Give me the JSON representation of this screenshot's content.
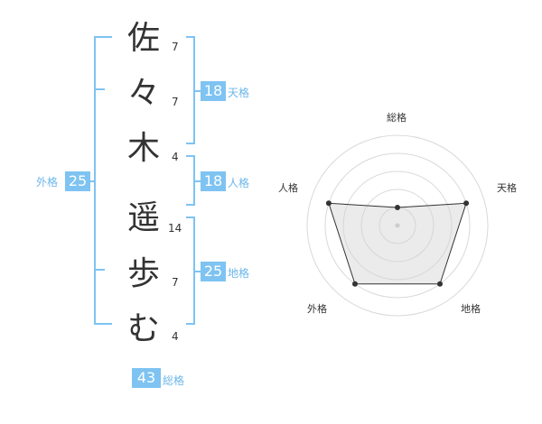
{
  "name_chars": [
    {
      "char": "佐",
      "strokes": "7"
    },
    {
      "char": "々",
      "strokes": "7"
    },
    {
      "char": "木",
      "strokes": "4"
    },
    {
      "char": "遥",
      "strokes": "14"
    },
    {
      "char": "歩",
      "strokes": "7"
    },
    {
      "char": "む",
      "strokes": "4"
    }
  ],
  "fortune": {
    "tenkaku": {
      "value": "18",
      "label": "天格"
    },
    "jinkaku": {
      "value": "18",
      "label": "人格"
    },
    "chikaku": {
      "value": "25",
      "label": "地格"
    },
    "gaikaku": {
      "value": "25",
      "label": "外格"
    },
    "soukaku": {
      "value": "43",
      "label": "総格"
    }
  },
  "radar": {
    "axes": [
      "総格",
      "天格",
      "地格",
      "外格",
      "人格"
    ],
    "levels": 5,
    "values": [
      1,
      4,
      4,
      4,
      4
    ],
    "max": 5
  },
  "colors": {
    "accent": "#7ec3f2",
    "badge_bg": "#7ec3f2",
    "label_text": "#6cb7ea",
    "radar_fill": "#e8e8e8",
    "radar_stroke": "#333333"
  }
}
